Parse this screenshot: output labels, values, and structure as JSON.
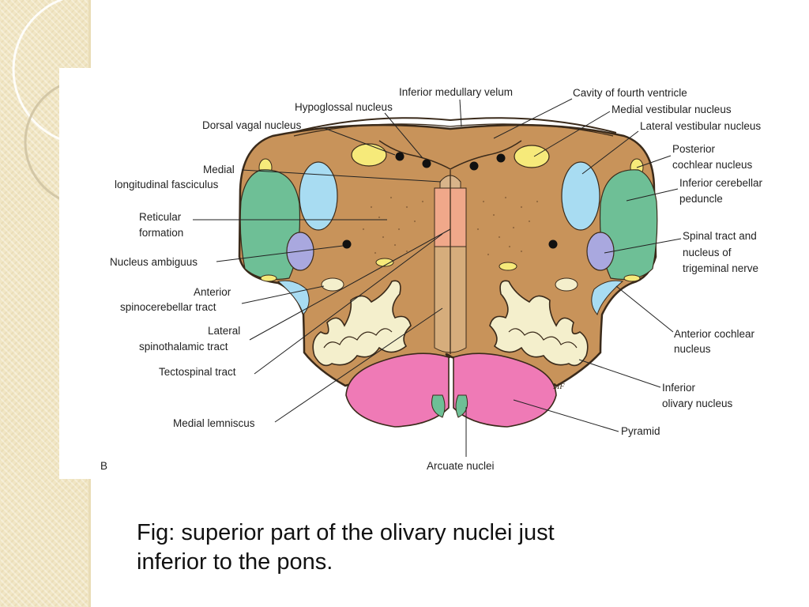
{
  "figure": {
    "panel_letter": "B",
    "signature": "MF",
    "labels": {
      "inferior_medullary_velum": "Inferior medullary velum",
      "hypoglossal_nucleus": "Hypoglossal nucleus",
      "dorsal_vagal_nucleus": "Dorsal vagal nucleus",
      "mlf_line1": "Medial",
      "mlf_line2": "longitudinal fasciculus",
      "reticular_line1": "Reticular",
      "reticular_line2": "formation",
      "nucleus_ambiguus": "Nucleus ambiguus",
      "ant_spinocerebellar_line1": "Anterior",
      "ant_spinocerebellar_line2": "spinocerebellar tract",
      "lat_spinothalamic_line1": "Lateral",
      "lat_spinothalamic_line2": "spinothalamic tract",
      "tectospinal_tract": "Tectospinal tract",
      "medial_lemniscus": "Medial lemniscus",
      "arcuate_nuclei": "Arcuate nuclei",
      "cavity_fourth_ventricle": "Cavity of fourth ventricle",
      "medial_vestibular_nucleus": "Medial vestibular nucleus",
      "lateral_vestibular_nucleus": "Lateral vestibular nucleus",
      "posterior_cochlear_line1": "Posterior",
      "posterior_cochlear_line2": "cochlear nucleus",
      "inf_cerebellar_line1": "Inferior cerebellar",
      "inf_cerebellar_line2": "peduncle",
      "spinal_trigeminal_line1": "Spinal tract and",
      "spinal_trigeminal_line2": "nucleus of",
      "spinal_trigeminal_line3": "trigeminal nerve",
      "ant_cochlear_line1": "Anterior cochlear",
      "ant_cochlear_line2": "nucleus",
      "inf_olivary_line1": "Inferior",
      "inf_olivary_line2": "olivary nucleus",
      "pyramid": "Pyramid"
    },
    "colors": {
      "medulla": "#c8935a",
      "outline": "#3a2a1a",
      "yellow_nuclei": "#f6ea7a",
      "vestibular_blue": "#a8dcf2",
      "cerebellar_green": "#6ebf96",
      "trigeminal_violet": "#a9a8df",
      "pyramid_pink": "#ef7ab6",
      "olive_cream": "#f4efcc",
      "lemniscus_pink": "#f0a88a"
    }
  },
  "caption": {
    "line1": "Fig: superior part of the olivary nuclei just",
    "line2": "inferior to the pons."
  }
}
